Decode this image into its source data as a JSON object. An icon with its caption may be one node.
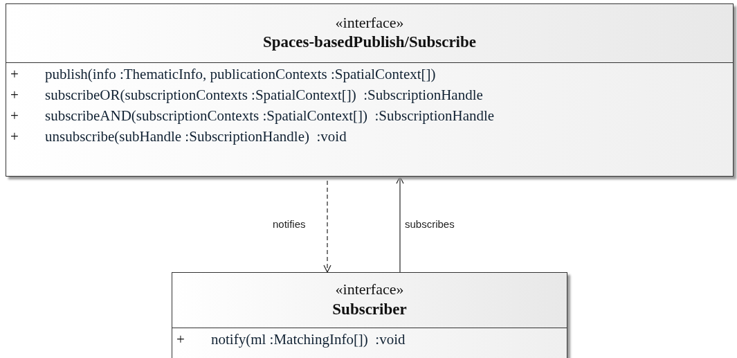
{
  "diagram": {
    "nodes": [
      {
        "text": [
          "«interface»",
          "Spaces-basedPublish/Subscribe",
          "+",
          "publish(info :ThematicInfo, publicationContexts :SpatialContext[])",
          "+",
          "subscribeOR(subscriptionContexts :SpatialContext[])  :SubscriptionHandle",
          "+",
          "subscribeAND(subscriptionContexts :SpatialContext[])  :SubscriptionHandle",
          "+",
          "unsubscribe(subHandle :SubscriptionHandle)  :void"
        ]
      },
      {
        "text": [
          "«interface»",
          "Subscriber",
          "+",
          "notify(ml :MatchingInfo[])  :void"
        ]
      }
    ],
    "edges": [
      {
        "from": 0,
        "to": 1,
        "arrow": "to",
        "style": "dashed",
        "label": "notifies"
      },
      {
        "from": 1,
        "to": 0,
        "arrow": "to",
        "label": "subscribes"
      }
    ]
  }
}
